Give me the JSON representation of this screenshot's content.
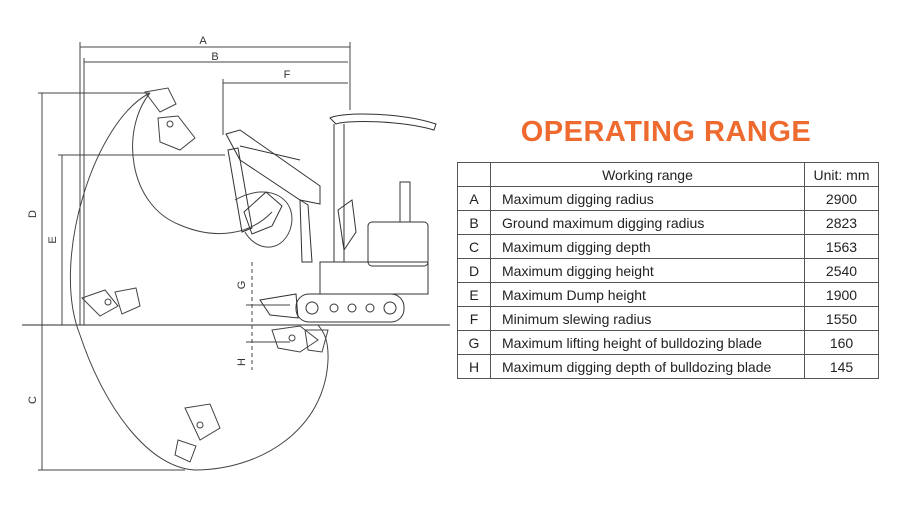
{
  "diagram": {
    "dim_labels": [
      "A",
      "B",
      "F",
      "D",
      "E",
      "G",
      "H",
      "C"
    ]
  },
  "title": "OPERATING RANGE",
  "table": {
    "header": {
      "key": "",
      "label": "Working range",
      "value": "Unit: mm"
    },
    "rows": [
      {
        "key": "A",
        "label": "Maximum digging radius",
        "value": "2900"
      },
      {
        "key": "B",
        "label": "Ground maximum digging radius",
        "value": "2823"
      },
      {
        "key": "C",
        "label": "Maximum digging depth",
        "value": "1563"
      },
      {
        "key": "D",
        "label": "Maximum digging height",
        "value": "2540"
      },
      {
        "key": "E",
        "label": "Maximum Dump height",
        "value": "1900"
      },
      {
        "key": "F",
        "label": "Minimum slewing radius",
        "value": "1550"
      },
      {
        "key": "G",
        "label": "Maximum lifting height of bulldozing blade",
        "value": "160"
      },
      {
        "key": "H",
        "label": "Maximum digging depth of bulldozing blade",
        "value": "145"
      }
    ]
  },
  "colors": {
    "title": "#ee6a2f",
    "line": "#333333",
    "table_border": "#555555"
  }
}
